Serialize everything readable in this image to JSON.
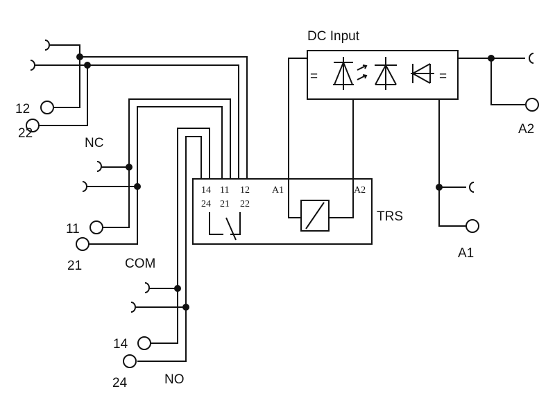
{
  "labels": {
    "dc_input": "DC Input",
    "trs": "TRS",
    "nc": "NC",
    "com": "COM",
    "no": "NO",
    "t12": "12",
    "t22": "22",
    "t11": "11",
    "t21": "21",
    "t14": "14",
    "t24": "24",
    "a1": "A1",
    "a2": "A2"
  },
  "relay_terminals": {
    "top_row": [
      "14",
      "11",
      "12"
    ],
    "bottom_row": [
      "24",
      "21",
      "22"
    ],
    "coil_left": "A1",
    "coil_right": "A2"
  },
  "dc_module": {
    "left_symbol": "=",
    "right_symbol": "="
  },
  "colors": {
    "line": "#111111",
    "background": "#ffffff"
  }
}
